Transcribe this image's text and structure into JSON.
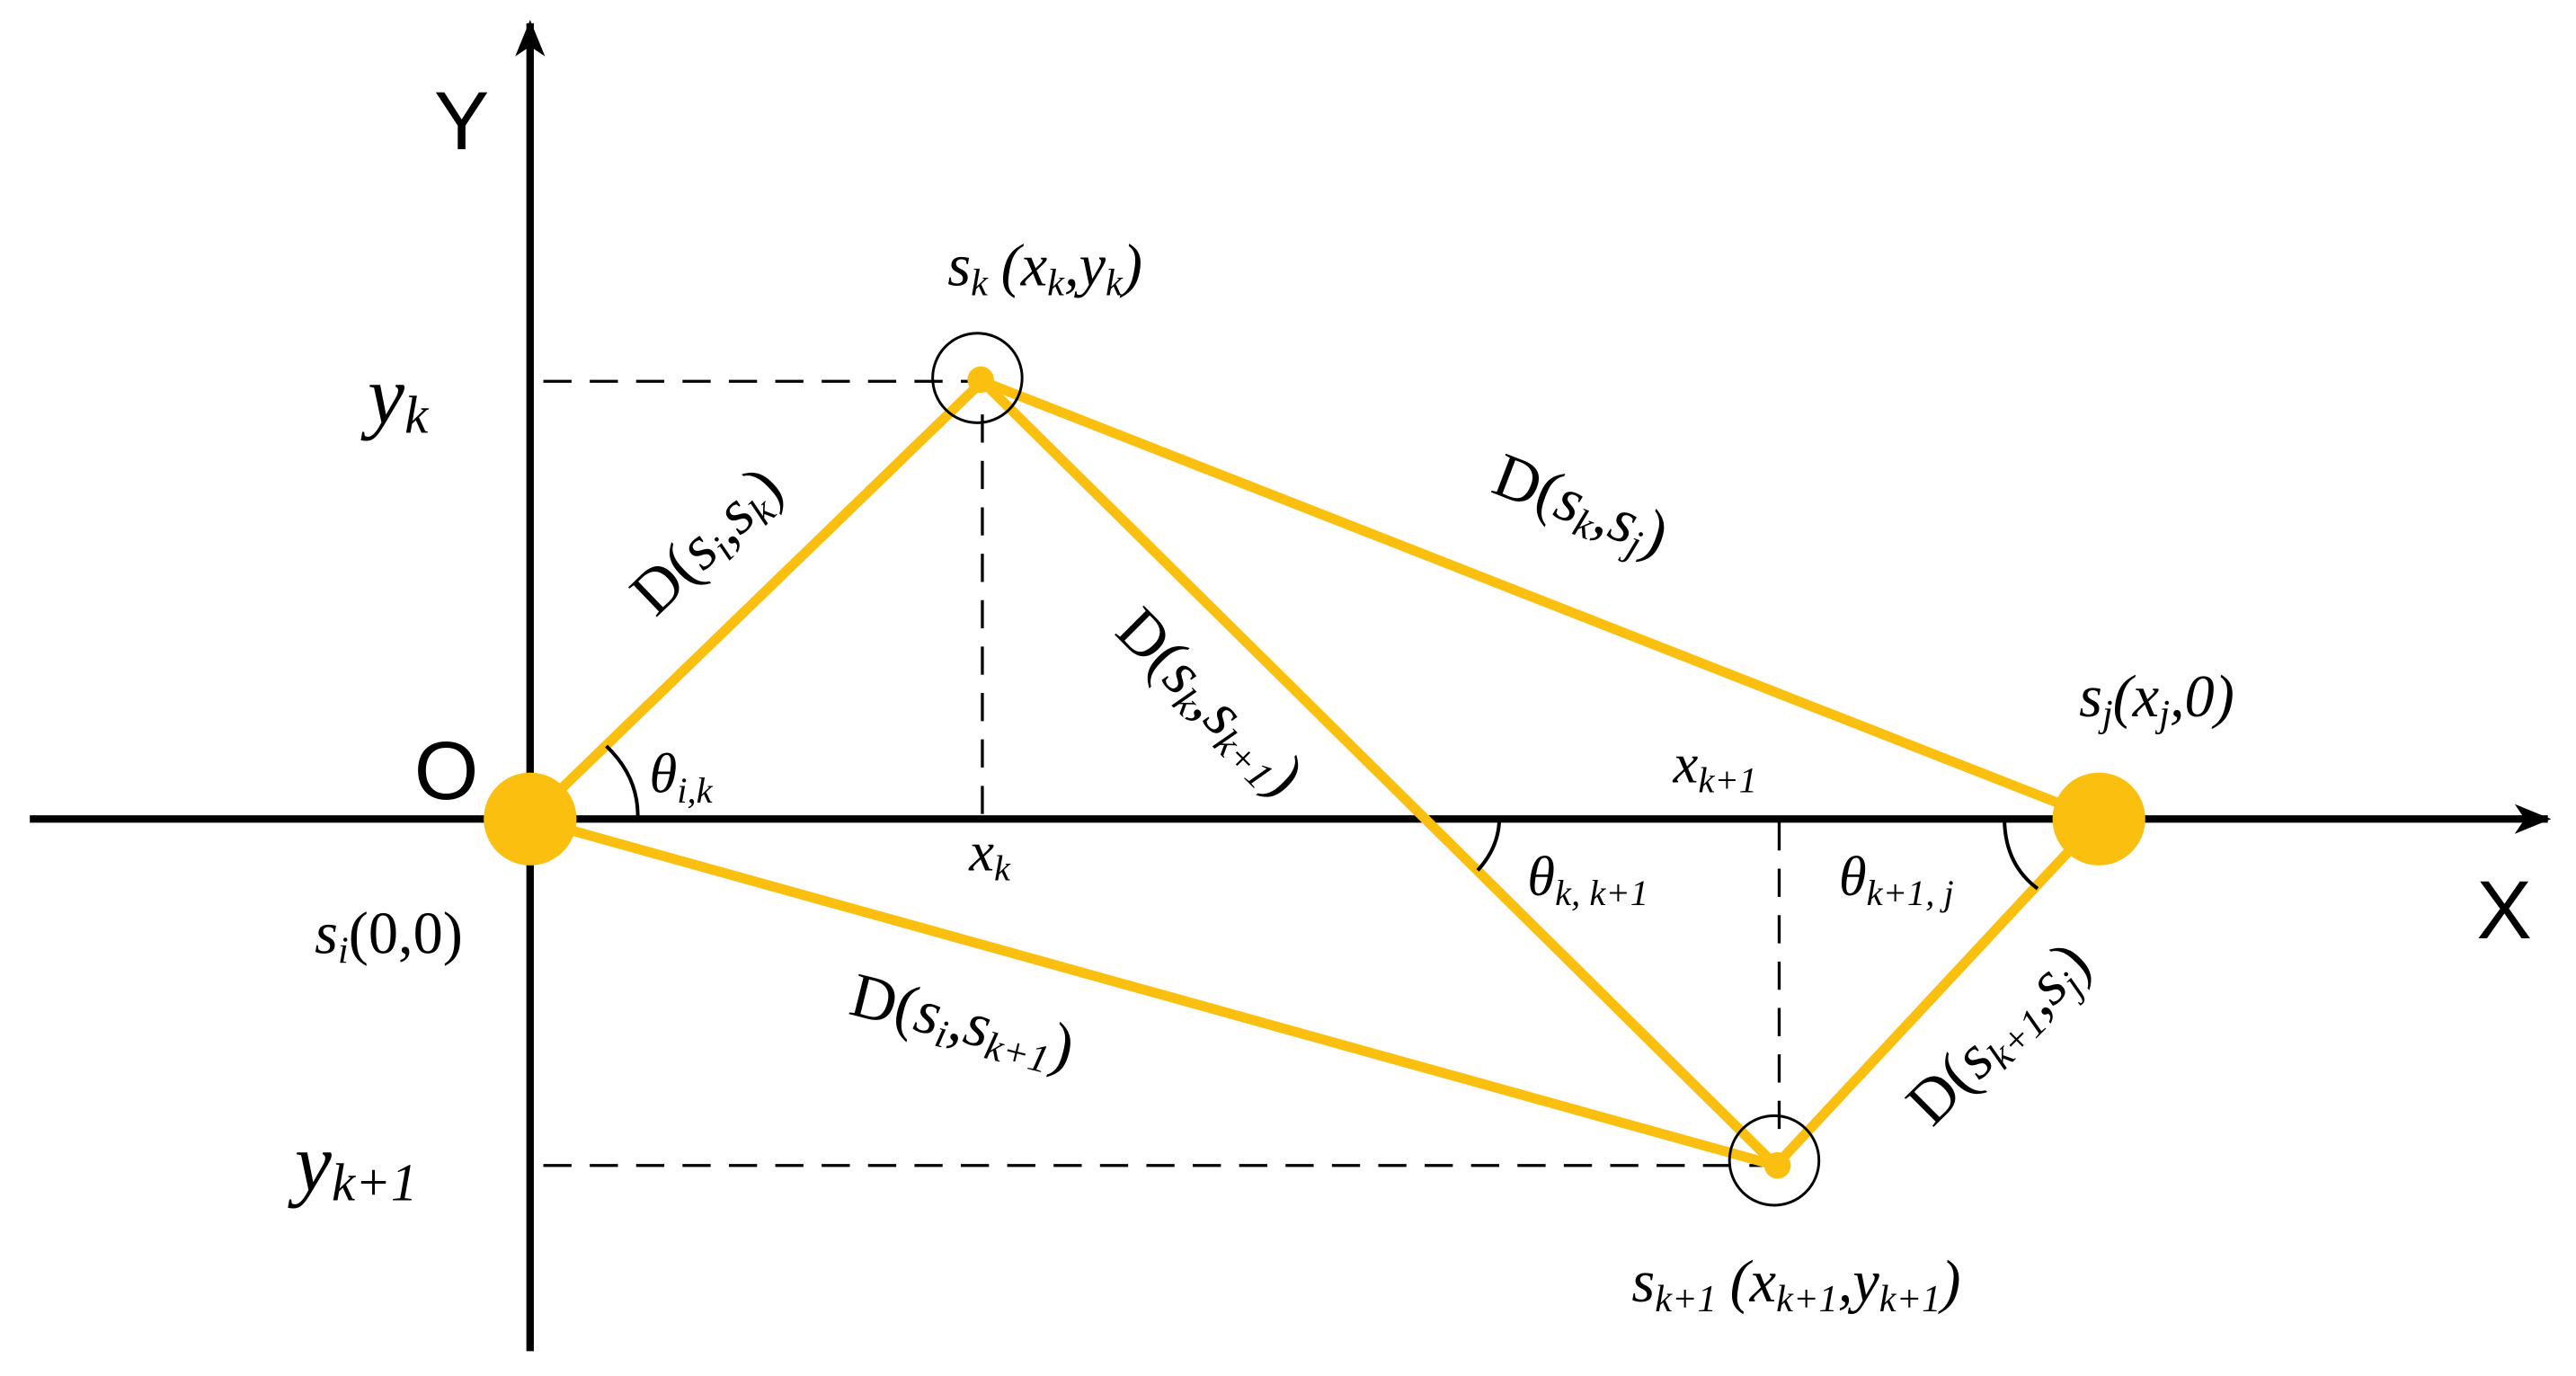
{
  "colors": {
    "edge": "#FBBF0F",
    "node": "#FBBF0F",
    "axis": "#000000",
    "text": "#000000"
  },
  "axes": {
    "x_label": "X",
    "y_label": "Y",
    "origin_label": "O"
  },
  "tick_labels": {
    "x_k": {
      "base": "x",
      "sub": "k"
    },
    "x_k1": {
      "base": "x",
      "sub": "k+1"
    },
    "y_k": {
      "base": "y",
      "sub": "k"
    },
    "y_k1": {
      "base": "y",
      "sub": "k+1"
    }
  },
  "nodes": {
    "s_i": {
      "base": "s",
      "sub": "i",
      "coord": "(0,0)"
    },
    "s_k": {
      "base": "s",
      "sub": "k",
      "open": "(x",
      "coord_sub1": "k",
      "mid": ",y",
      "coord_sub2": "k",
      "close": ")"
    },
    "s_j": {
      "base": "s",
      "sub": "j",
      "open": "(x",
      "coord_sub": "j",
      "close": ",0)"
    },
    "s_k1": {
      "base": "s",
      "sub": "k+1",
      "open": "(x",
      "coord_sub1": "k+1",
      "mid": ",y",
      "coord_sub2": "k+1",
      "close": ")"
    }
  },
  "edges": {
    "d_i_k": {
      "prefix": "D(",
      "a": "s",
      "a_sub": "i",
      "sep": ",",
      "b": "s",
      "b_sub": "k",
      "close": ")"
    },
    "d_k_j": {
      "prefix": "D(",
      "a": "s",
      "a_sub": "k",
      "sep": ",",
      "b": "s",
      "b_sub": "j",
      "close": ")"
    },
    "d_k_k1": {
      "prefix": "D(",
      "a": "s",
      "a_sub": "k",
      "sep": ",",
      "b": "s",
      "b_sub": "k+1",
      "close": ")"
    },
    "d_i_k1": {
      "prefix": "D(",
      "a": "s",
      "a_sub": "i",
      "sep": ",",
      "b": "s",
      "b_sub": "k+1",
      "close": ")"
    },
    "d_k1_j": {
      "prefix": "D(",
      "a": "s",
      "a_sub": "k+1",
      "sep": ",",
      "b": "s",
      "b_sub": "j",
      "close": ")"
    }
  },
  "angles": {
    "theta_i_k": {
      "base": "θ",
      "sub": "i,k"
    },
    "theta_k_k1": {
      "base": "θ",
      "sub": "k, k+1"
    },
    "theta_k1_j": {
      "base": "θ",
      "sub": "k+1, j"
    }
  }
}
